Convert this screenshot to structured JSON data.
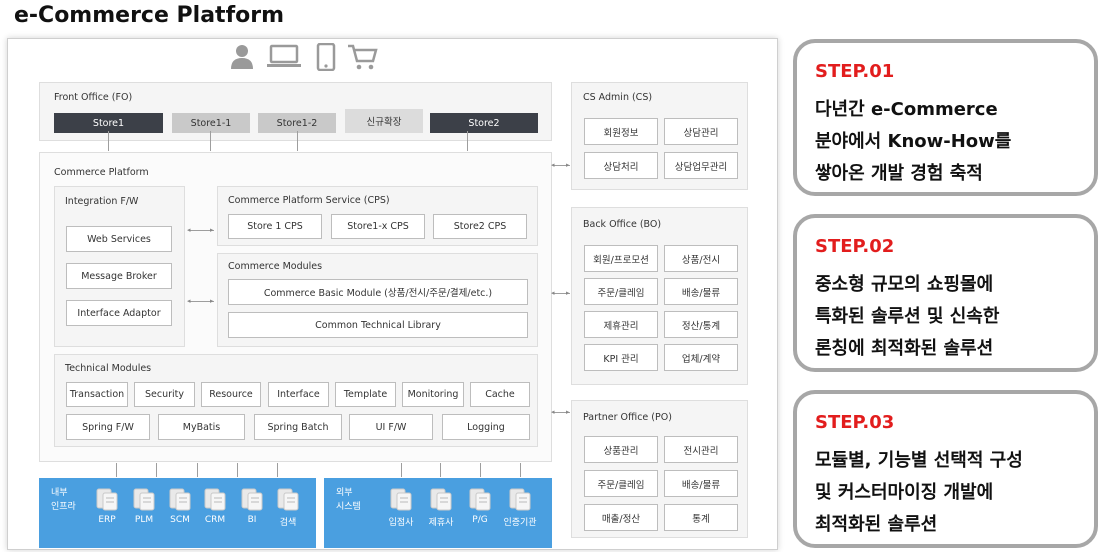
{
  "title": "e-Commerce Platform",
  "diagram": {
    "front_office": {
      "title": "Front Office (FO)",
      "stores": [
        "Store1",
        "Store1-1",
        "Store1-2",
        "신규확장",
        "Store2"
      ]
    },
    "commerce_platform": {
      "title": "Commerce Platform",
      "integration": {
        "title": "Integration F/W",
        "items": [
          "Web Services",
          "Message Broker",
          "Interface Adaptor"
        ]
      },
      "cps": {
        "title": "Commerce Platform Service (CPS)",
        "items": [
          "Store 1 CPS",
          "Store1-x CPS",
          "Store2 CPS"
        ]
      },
      "modules": {
        "title": "Commerce Modules",
        "items": [
          "Commerce Basic Module (상품/전시/주문/결제/etc.)",
          "Common Technical Library"
        ]
      },
      "technical": {
        "title": "Technical Modules",
        "row1": [
          "Transaction",
          "Security",
          "Resource",
          "Interface",
          "Template",
          "Monitoring",
          "Cache"
        ],
        "row2": [
          "Spring F/W",
          "MyBatis",
          "Spring Batch",
          "UI F/W",
          "Logging"
        ]
      }
    },
    "cs_admin": {
      "title": "CS Admin (CS)",
      "items": [
        "회원정보",
        "상담관리",
        "상담처리",
        "상담업무관리"
      ]
    },
    "back_office": {
      "title": "Back Office (BO)",
      "items": [
        "회원/프로모션",
        "상품/전시",
        "주문/클레임",
        "배송/물류",
        "제휴관리",
        "정산/통계",
        "KPI 관리",
        "업체/계약"
      ]
    },
    "partner_office": {
      "title": "Partner Office (PO)",
      "items": [
        "상품관리",
        "전시관리",
        "주문/클레임",
        "배송/물류",
        "매출/정산",
        "통계"
      ]
    },
    "internal_infra": {
      "label": [
        "내부",
        "인프라"
      ],
      "systems": [
        "ERP",
        "PLM",
        "SCM",
        "CRM",
        "BI",
        "검색"
      ]
    },
    "external_system": {
      "label": [
        "외부",
        "시스템"
      ],
      "systems": [
        "입점사",
        "제휴사",
        "P/G",
        "인증기관"
      ]
    },
    "top_icons": [
      "user-icon",
      "laptop-icon",
      "mobile-icon",
      "cart-icon"
    ]
  },
  "steps": [
    {
      "step": "STEP.01",
      "lines": [
        "다년간 e-Commerce",
        "분야에서 Know-How를",
        "쌓아온 개발 경험 축적"
      ]
    },
    {
      "step": "STEP.02",
      "lines": [
        "중소형 규모의 쇼핑몰에",
        "특화된 솔루션 및 신속한",
        "론칭에 최적화된 솔루션"
      ]
    },
    {
      "step": "STEP.03",
      "lines": [
        "모듈별, 기능별 선택적 구성",
        "및 커스터마이징 개발에",
        "최적화된 솔루션"
      ]
    }
  ],
  "colors": {
    "step_red": "#e21d1d",
    "infra_blue": "#4a9fe0",
    "store_dark": "#3c4048",
    "card_border": "#a7a7a7"
  }
}
